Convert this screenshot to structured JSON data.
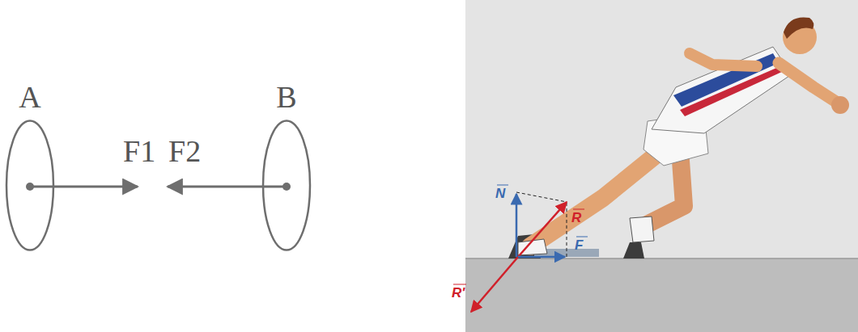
{
  "diagram": {
    "nodes": [
      {
        "text": [
          "A"
        ]
      },
      {
        "text": [
          "B"
        ]
      }
    ],
    "labels": [
      "F1",
      "F2",
      "R",
      "N",
      "F",
      "R'"
    ]
  }
}
